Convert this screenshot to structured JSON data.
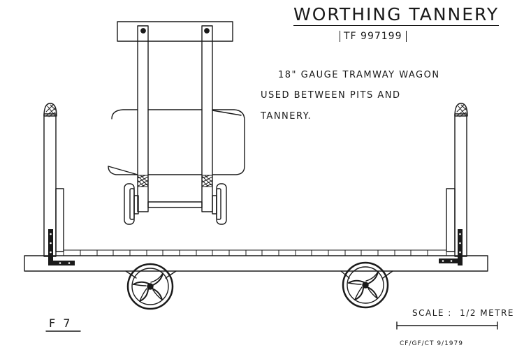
{
  "title": "WORTHING TANNERY",
  "grid_reference": "TF 997199",
  "description": [
    "18\" GAUGE TRAMWAY WAGON",
    "USED BETWEEN PITS AND",
    "TANNERY."
  ],
  "figure_label": "F 7",
  "scale": {
    "label": "SCALE :",
    "value": "1/2 METRE"
  },
  "credits": "CF/GF/CT  9/1979"
}
